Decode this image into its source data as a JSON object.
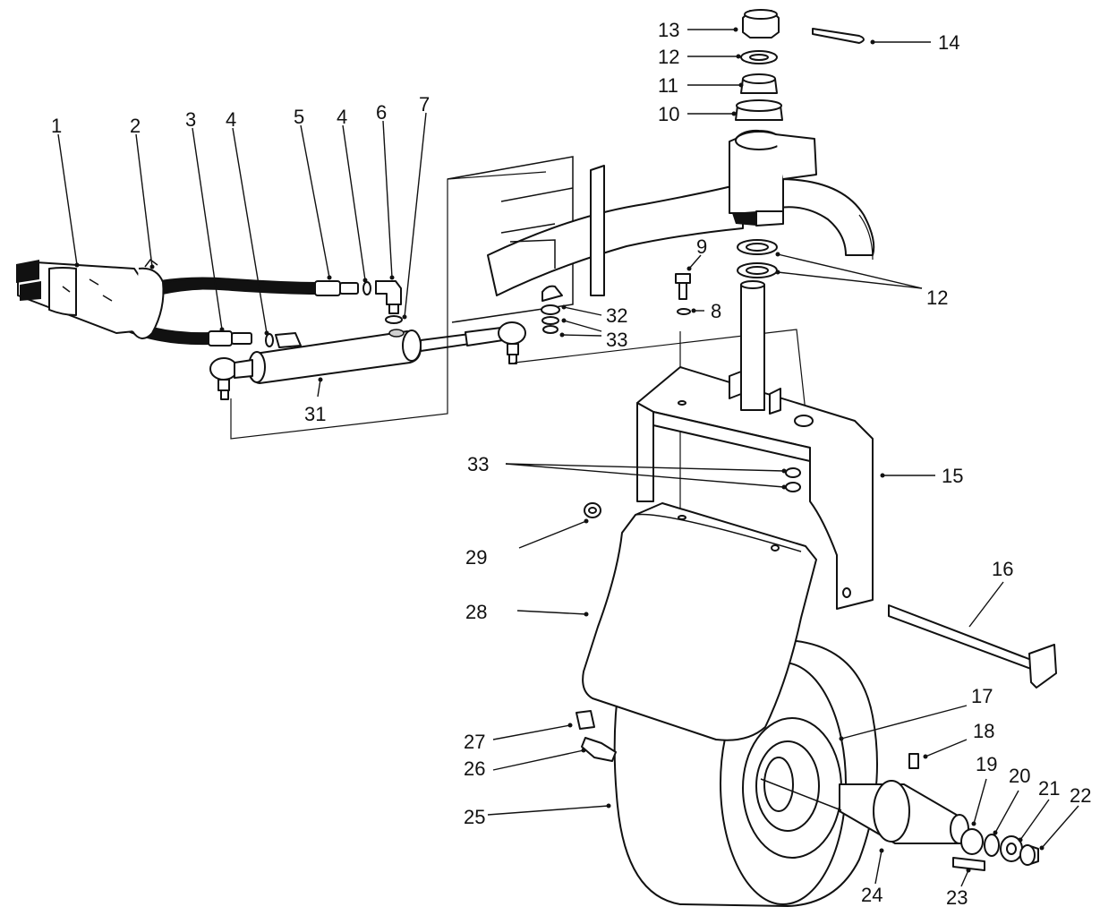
{
  "diagram": {
    "callouts": {
      "c1": "1",
      "c2": "2",
      "c3": "3",
      "c4a": "4",
      "c5": "5",
      "c4b": "4",
      "c6": "6",
      "c7": "7",
      "c8": "8",
      "c9": "9",
      "c10": "10",
      "c11": "11",
      "c12a": "12",
      "c12b": "12",
      "c13": "13",
      "c14": "14",
      "c15": "15",
      "c16": "16",
      "c17": "17",
      "c18": "18",
      "c19": "19",
      "c20": "20",
      "c21": "21",
      "c22": "22",
      "c23": "23",
      "c24": "24",
      "c25": "25",
      "c26": "26",
      "c27": "27",
      "c28": "28",
      "c29": "29",
      "c31": "31",
      "c32": "32",
      "c33a": "33",
      "c33b": "33"
    }
  }
}
